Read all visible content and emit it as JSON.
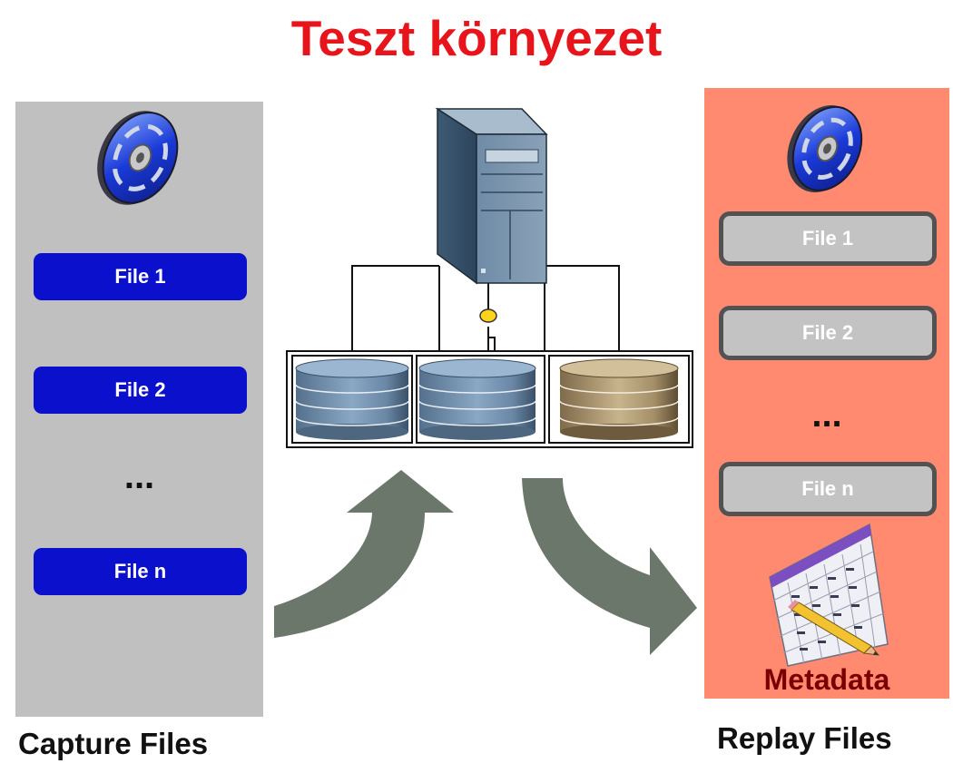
{
  "title": "Teszt környezet",
  "capture": {
    "label": "Capture Files",
    "files": [
      "File 1",
      "File 2",
      "File n"
    ],
    "ellipsis": "..."
  },
  "replay": {
    "label": "Replay Files",
    "files": [
      "File 1",
      "File 2",
      "File n"
    ],
    "ellipsis": "...",
    "metadata": "Metadata"
  },
  "colors": {
    "title": "#e8141b",
    "capture_panel": "#c0c0c0",
    "replay_panel": "#ff8a70",
    "capture_file": "#0a10cc",
    "replay_file": "#c3c3c3",
    "arrow": "#6b776b",
    "metadata_text": "#7a0000"
  }
}
